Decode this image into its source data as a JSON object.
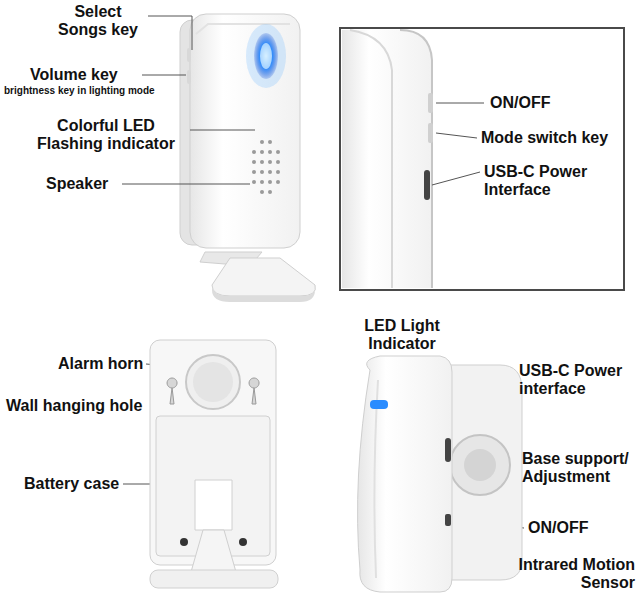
{
  "diagram": {
    "labels": [
      "Select Songs key",
      "Volume key",
      "brightness key in lighting mode",
      "Colorful LED Flashing indicator",
      "Speaker",
      "ON/OFF",
      "Mode switch key",
      "USB-C Power Interface",
      "Alarm horn",
      "Wall hanging hole",
      "Battery case",
      "LED Light Indicator",
      "USB-C Power interface",
      "Base support/ Adjustment",
      "ON/OFF",
      "Intrared Motion Sensor"
    ]
  }
}
